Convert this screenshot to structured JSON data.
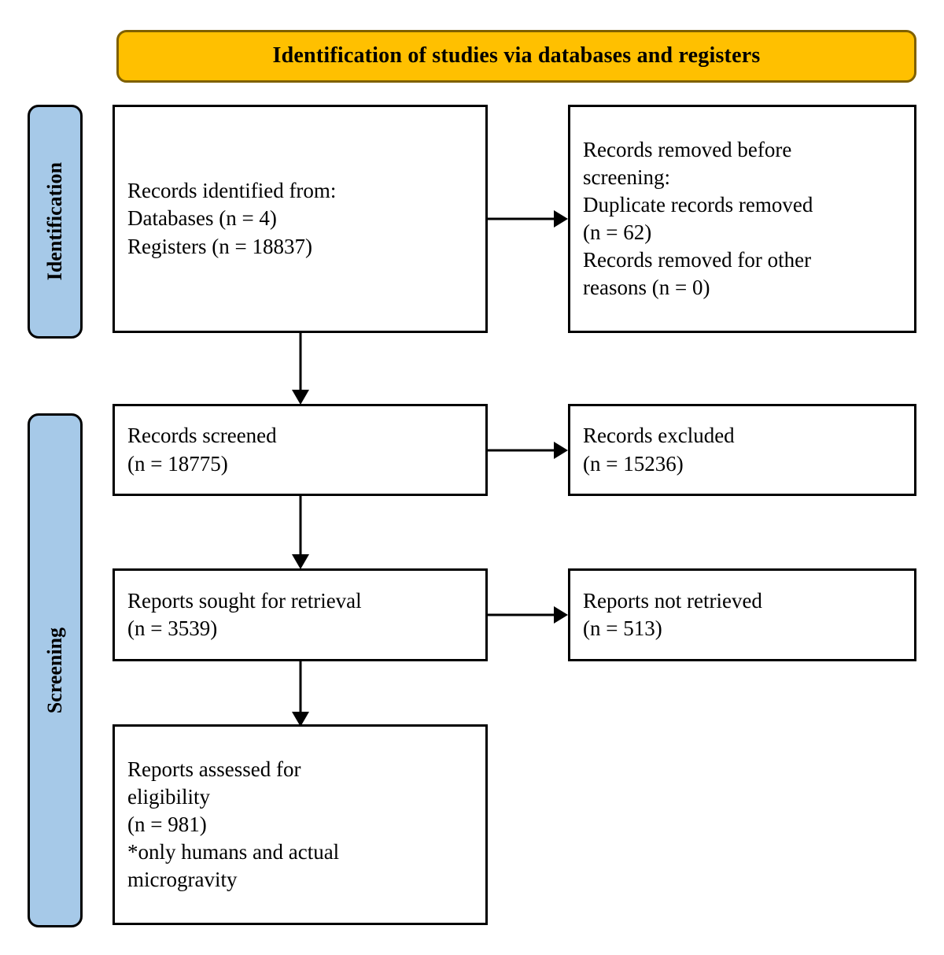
{
  "banner": {
    "title": "Identification of studies via databases and registers",
    "fill_color": "#FFC000",
    "border_color": "#7F6000"
  },
  "stages": [
    {
      "id": "identification",
      "label": "Identification",
      "fill_color": "#A6C9E8"
    },
    {
      "id": "screening",
      "label": "Screening",
      "fill_color": "#A6C9E8"
    }
  ],
  "boxes": {
    "identified": {
      "lines": [
        "Records identified from:",
        "Databases (n = 4)",
        "Registers (n = 18837)"
      ]
    },
    "removed": {
      "lines": [
        "Records removed before",
        "screening:",
        "Duplicate records removed",
        "(n = 62)",
        "Records removed for other",
        "reasons (n = 0)"
      ]
    },
    "screened": {
      "lines": [
        "Records screened",
        "(n = 18775)"
      ]
    },
    "excluded": {
      "lines": [
        "Records excluded",
        "(n = 15236)"
      ]
    },
    "sought": {
      "lines": [
        "Reports sought for retrieval",
        "(n = 3539)"
      ]
    },
    "not_retrieved": {
      "lines": [
        "Reports not retrieved",
        "(n = 513)"
      ]
    },
    "assessed": {
      "lines": [
        "Reports assessed for",
        "eligibility",
        "(n = 981)",
        "*only humans and actual",
        "microgravity"
      ]
    }
  },
  "counts": {
    "databases": 4,
    "registers": 18837,
    "duplicates_removed": 62,
    "removed_other_reasons": 0,
    "records_screened": 18775,
    "records_excluded": 15236,
    "reports_sought": 3539,
    "reports_not_retrieved": 513,
    "reports_assessed": 981
  },
  "connectors": [
    {
      "id": "identified-to-removed",
      "direction": "right"
    },
    {
      "id": "identified-to-screened",
      "direction": "down"
    },
    {
      "id": "screened-to-excluded",
      "direction": "right"
    },
    {
      "id": "screened-to-sought",
      "direction": "down"
    },
    {
      "id": "sought-to-notretrieved",
      "direction": "right"
    },
    {
      "id": "sought-to-assessed",
      "direction": "down"
    }
  ]
}
